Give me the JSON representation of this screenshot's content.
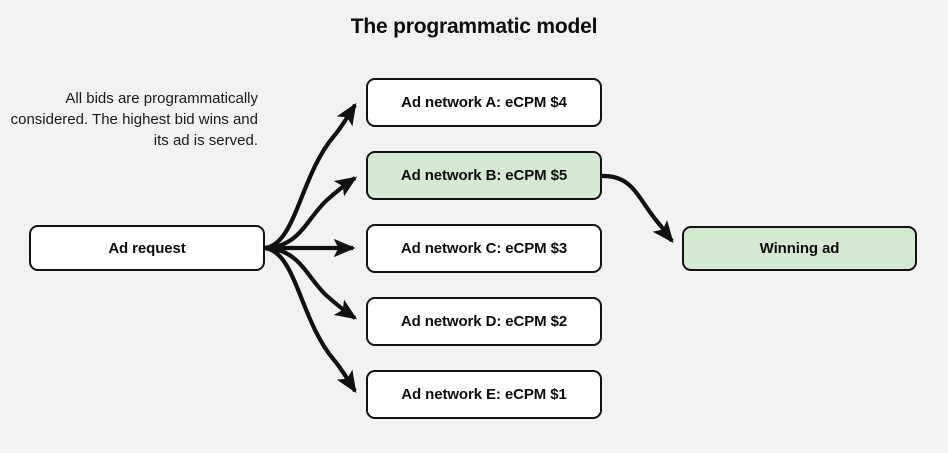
{
  "title": "The programmatic model",
  "description": "All bids are programmatically considered. The highest bid wins and its ad is served.",
  "source_node": {
    "label": "Ad request"
  },
  "winner_node": {
    "label": "Winning ad"
  },
  "networks": [
    {
      "label": "Ad network A: eCPM $4",
      "name": "Ad network A",
      "ecpm": 4,
      "highlighted": false
    },
    {
      "label": "Ad network B: eCPM $5",
      "name": "Ad network B",
      "ecpm": 5,
      "highlighted": true
    },
    {
      "label": "Ad network C: eCPM $3",
      "name": "Ad network C",
      "ecpm": 3,
      "highlighted": false
    },
    {
      "label": "Ad network D: eCPM $2",
      "name": "Ad network D",
      "ecpm": 2,
      "highlighted": false
    },
    {
      "label": "Ad network E: eCPM $1",
      "name": "Ad network E",
      "ecpm": 1,
      "highlighted": false
    }
  ],
  "colors": {
    "background": "#f2f2f2",
    "node_fill": "#ffffff",
    "highlight_fill": "#d4e9d1",
    "stroke": "#111111",
    "text": "#0d0d0d"
  }
}
